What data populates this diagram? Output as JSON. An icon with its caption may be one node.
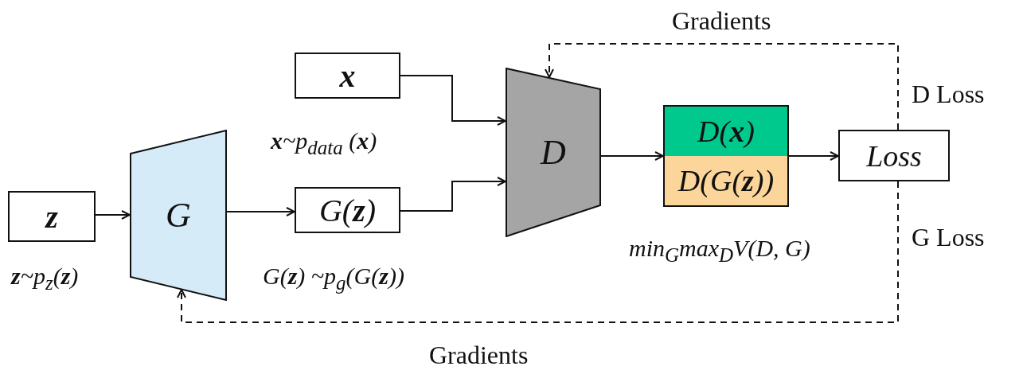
{
  "diagram": {
    "nodes": [
      {
        "text": [
          "**z**"
        ],
        "beside": [
          "**z**~p$_{z}$(**z**)"
        ]
      },
      {
        "text": [
          "G"
        ]
      },
      {
        "text": [
          "**x**"
        ],
        "beside": [
          "**x**~p$_{data}$ (**x**)"
        ]
      },
      {
        "text": [
          "G(**z**)"
        ],
        "beside": [
          "G(**z**) ~p$_{g}$(G(**z**))"
        ]
      },
      {
        "text": [
          "D"
        ]
      },
      {
        "text": [],
        "shape": "box"
      },
      {
        "text": [
          "D(**x**)"
        ],
        "in": 5
      },
      {
        "text": [
          "D(G(**z**))"
        ],
        "in": 5
      },
      {
        "text": [
          "Loss"
        ]
      }
    ],
    "edges": [
      {
        "from": 0,
        "to": 1,
        "arrow": "to"
      },
      {
        "from": 1,
        "to": 3,
        "arrow": "to"
      },
      {
        "from": 2,
        "to": 4,
        "arrow": "to"
      },
      {
        "from": 3,
        "to": 4,
        "arrow": "to"
      },
      {
        "from": 4,
        "to": 5,
        "arrow": "to"
      },
      {
        "from": 5,
        "to": 8,
        "arrow": "to"
      },
      {
        "from": 8,
        "to": 4,
        "arrow": "to",
        "style": "dashed",
        "label": "Gradients"
      },
      {
        "from": 8,
        "to": 1,
        "arrow": "to",
        "style": "dashed",
        "label": "Gradients"
      }
    ],
    "labels": [
      "D Loss",
      "min$_{G}$max$_{D}$V(D, G)",
      "G Loss"
    ]
  }
}
